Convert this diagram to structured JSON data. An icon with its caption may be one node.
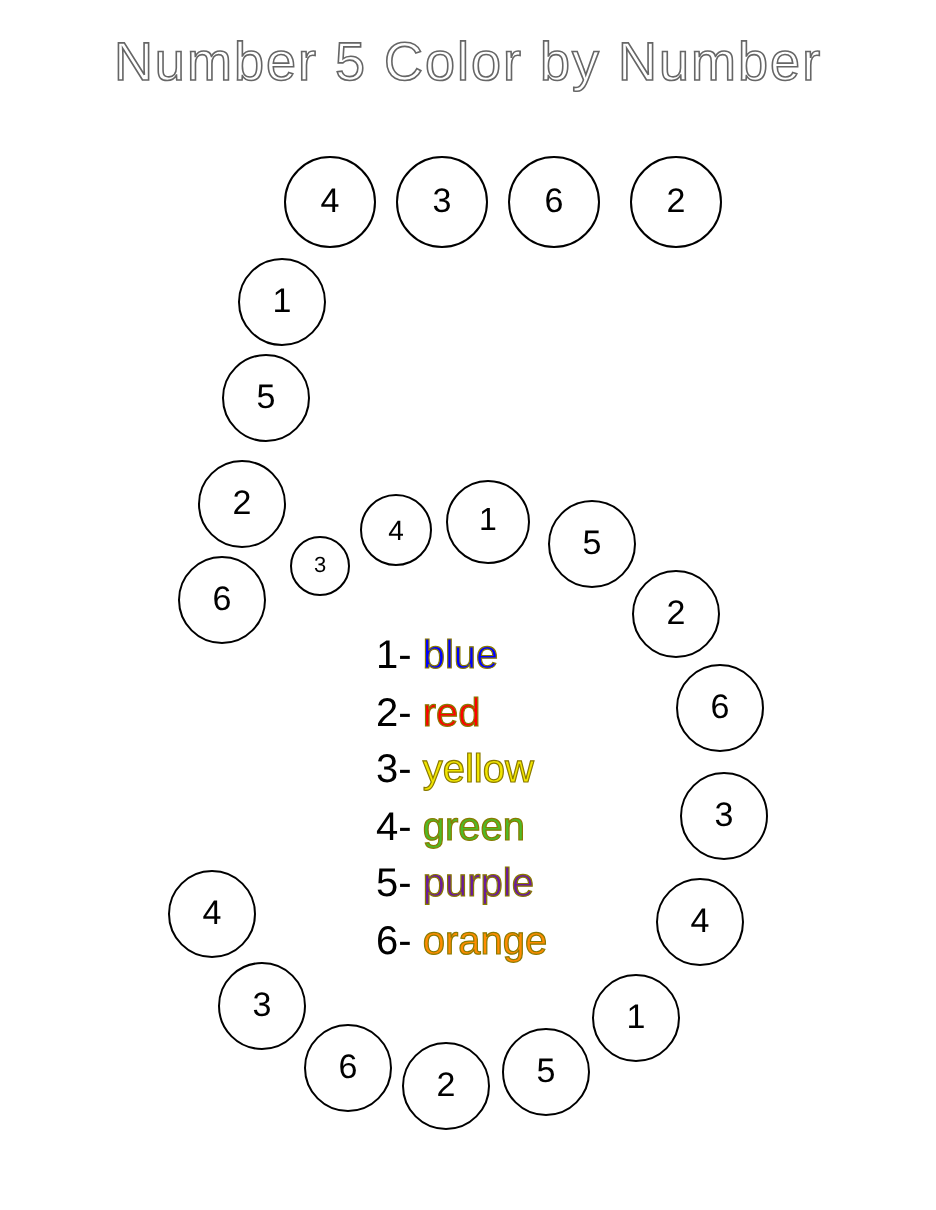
{
  "diagram": {
    "title": "Number 5 Color by Number",
    "nodes": [
      {
        "text": [
          "4"
        ]
      },
      {
        "text": [
          "3"
        ]
      },
      {
        "text": [
          "6"
        ]
      },
      {
        "text": [
          "2"
        ]
      },
      {
        "text": [
          "1"
        ]
      },
      {
        "text": [
          "5"
        ]
      },
      {
        "text": [
          "2"
        ]
      },
      {
        "text": [
          "1"
        ]
      },
      {
        "text": [
          "4"
        ]
      },
      {
        "text": [
          "5"
        ]
      },
      {
        "text": [
          "3"
        ]
      },
      {
        "text": [
          "6"
        ]
      },
      {
        "text": [
          "2"
        ]
      },
      {
        "text": [
          "6"
        ]
      },
      {
        "text": [
          "3"
        ]
      },
      {
        "text": [
          "4"
        ]
      },
      {
        "text": [
          "4"
        ]
      },
      {
        "text": [
          "3"
        ]
      },
      {
        "text": [
          "1"
        ]
      },
      {
        "text": [
          "6"
        ]
      },
      {
        "text": [
          "5"
        ]
      },
      {
        "text": [
          "2"
        ]
      }
    ],
    "edges": [],
    "legend": [
      {
        "text": "1- blue",
        "color": "#0000ff"
      },
      {
        "text": "2- red",
        "color": "#ff0000"
      },
      {
        "text": "3- yellow",
        "color": "#f2e600"
      },
      {
        "text": "4- green",
        "color": "#4dbb26"
      },
      {
        "text": "5- purple",
        "color": "#6a1b9a"
      },
      {
        "text": "6- orange",
        "color": "#ff8c00"
      }
    ]
  }
}
